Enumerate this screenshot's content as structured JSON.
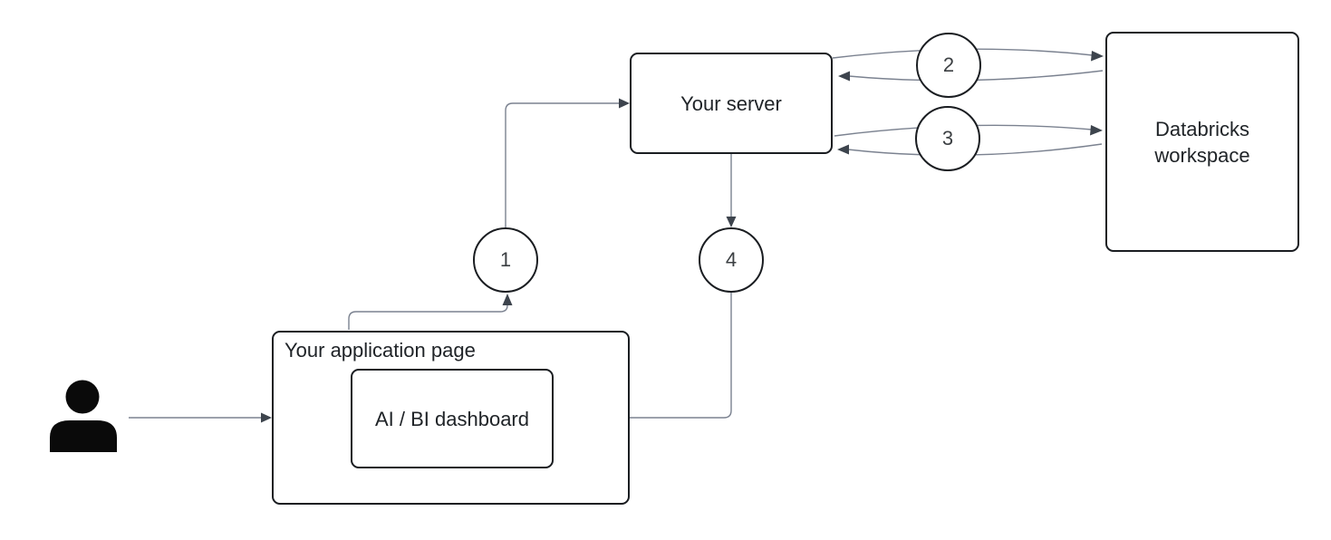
{
  "diagram": {
    "nodes": {
      "server": {
        "label": "Your server"
      },
      "databricks": {
        "label": "Databricks\nworkspace"
      },
      "app_page": {
        "label": "Your application page"
      },
      "dashboard": {
        "label": "AI / BI dashboard"
      }
    },
    "steps": [
      {
        "number": "1"
      },
      {
        "number": "2"
      },
      {
        "number": "3"
      },
      {
        "number": "4"
      }
    ],
    "actors": [
      {
        "icon": "user-icon"
      }
    ]
  },
  "colors": {
    "border": "#1a1d21",
    "connector": "#7b8290",
    "arrowhead": "#3d444d",
    "text": "#202428",
    "number": "#3c4043",
    "canvas_bg": "#ffffff",
    "node_fill": "#ffffff"
  }
}
